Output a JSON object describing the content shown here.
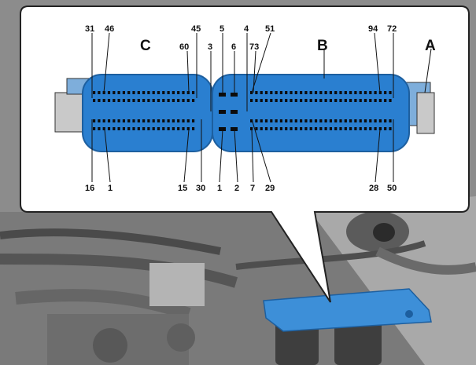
{
  "diagram": {
    "connector_labels": [
      "C",
      "B",
      "A"
    ],
    "top_pin_numbers": [
      "31",
      "46",
      "45",
      "60",
      "3",
      "5",
      "6",
      "4",
      "73",
      "51",
      "94",
      "72"
    ],
    "bottom_pin_numbers": [
      "16",
      "1",
      "15",
      "30",
      "1",
      "2",
      "7",
      "29",
      "28",
      "50"
    ],
    "colors": {
      "connector_body": "#2a7fd0",
      "connector_body_dark": "#1d5f9f",
      "connector_side": "#7eaedb",
      "pins": "#0c0c0c",
      "callout_border": "#222222",
      "highlight_ecu": "#3d8fd8",
      "engine_bay": "#8f8f8f"
    }
  }
}
